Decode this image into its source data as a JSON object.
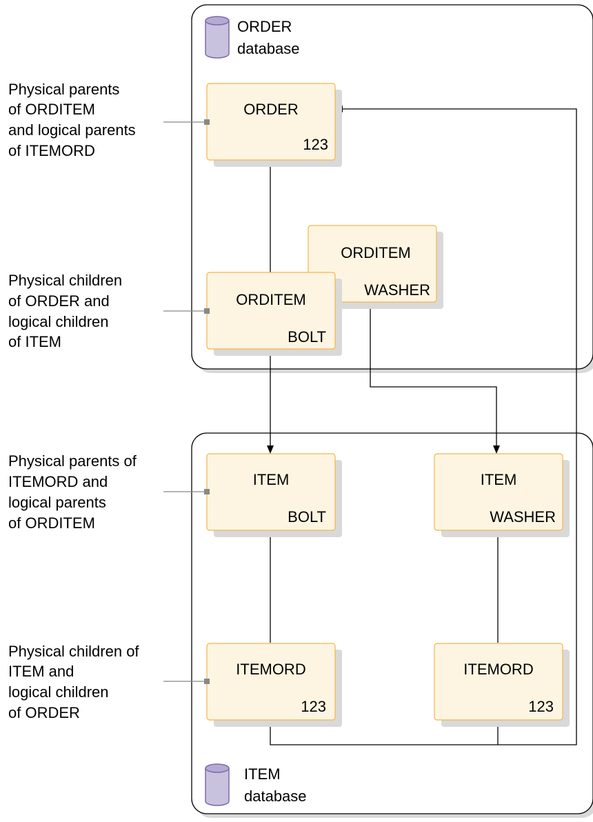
{
  "colors": {
    "box_fill": "#fdf5e1",
    "box_border": "#f5b44a",
    "shadow": "#d9d9d9",
    "cylinder_fill": "#c8c2df",
    "cylinder_stroke": "#7e6aa8",
    "line": "#000000",
    "connector": "#888888"
  },
  "databases": {
    "order": {
      "line1": "ORDER",
      "line2": "database",
      "icon": "database-cylinder-icon"
    },
    "item": {
      "line1": "ITEM",
      "line2": "database",
      "icon": "database-cylinder-icon"
    }
  },
  "segments": {
    "order": {
      "name": "ORDER",
      "key": "123"
    },
    "orditem_washer": {
      "name": "ORDITEM",
      "key": "WASHER"
    },
    "orditem_bolt": {
      "name": "ORDITEM",
      "key": "BOLT"
    },
    "item_bolt": {
      "name": "ITEM",
      "key": "BOLT"
    },
    "item_washer": {
      "name": "ITEM",
      "key": "WASHER"
    },
    "itemord_bolt": {
      "name": "ITEMORD",
      "key": "123"
    },
    "itemord_washer": {
      "name": "ITEMORD",
      "key": "123"
    }
  },
  "annotations": {
    "physical_parents_orditem": [
      "Physical parents",
      "of ORDITEM",
      "and logical parents",
      "of ITEMORD"
    ],
    "physical_children_order": [
      "Physical children",
      "of ORDER and",
      "logical children",
      "of ITEM"
    ],
    "physical_parents_itemord": [
      "Physical parents of",
      "ITEMORD and",
      "logical parents",
      "of ORDITEM"
    ],
    "physical_children_item": [
      "Physical children of",
      "ITEM and",
      "logical children",
      "of ORDER"
    ]
  }
}
